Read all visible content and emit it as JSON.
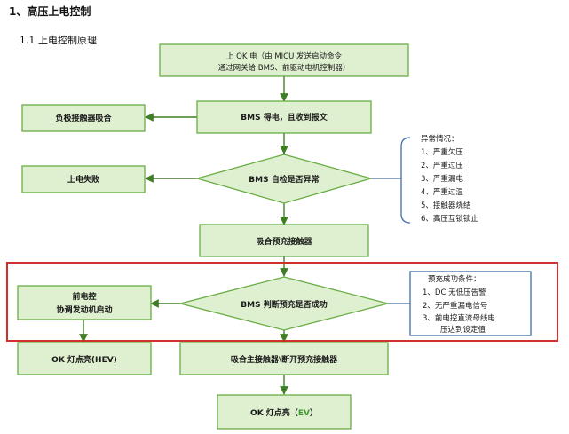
{
  "heading": "1、高压上电控制",
  "subheading": "1.1 上电控制原理",
  "flow": {
    "start_line1": "上 OK 电（由 MICU 发送启动命令",
    "start_line2": "通过网关给 BMS、前驱动电机控制器）",
    "bms_power": "BMS 得电，且收到报文",
    "neg_contactor": "负极接触器吸合",
    "bms_selfcheck": "BMS 自检是否异常",
    "power_fail": "上电失败",
    "precharge_close": "吸合预充接触器",
    "bms_precharge_check": "BMS 判断预充是否成功",
    "front_ctrl_line1": "前电控",
    "front_ctrl_line2": "协调发动机启动",
    "ok_hev": "OK 灯点亮(HEV)",
    "main_contactor": "吸合主接触器\\断开预充接触器",
    "ok_ev_prefix": "OK 灯点亮（",
    "ok_ev_mid": "EV",
    "ok_ev_suffix": "）"
  },
  "abnormal": {
    "title": "异常情况：",
    "items": [
      "1、严重欠压",
      "2、严重过压",
      "3、严重漏电",
      "4、严重过温",
      "5、接触器烧结",
      "6、高压互锁锁止"
    ]
  },
  "precharge_success": {
    "title": "预充成功条件：",
    "items": [
      "1、DC 无低压告警",
      "2、无严重漏电信号",
      "3、前电控直流母线电",
      "压达到设定值"
    ]
  },
  "colors": {
    "box_fill": "#dff0d0",
    "box_stroke": "#69ad46",
    "connector": "#3f7f24",
    "brace": "#3d6ea8",
    "highlight": "#d0302c",
    "ev_text": "#3a9a2a"
  }
}
